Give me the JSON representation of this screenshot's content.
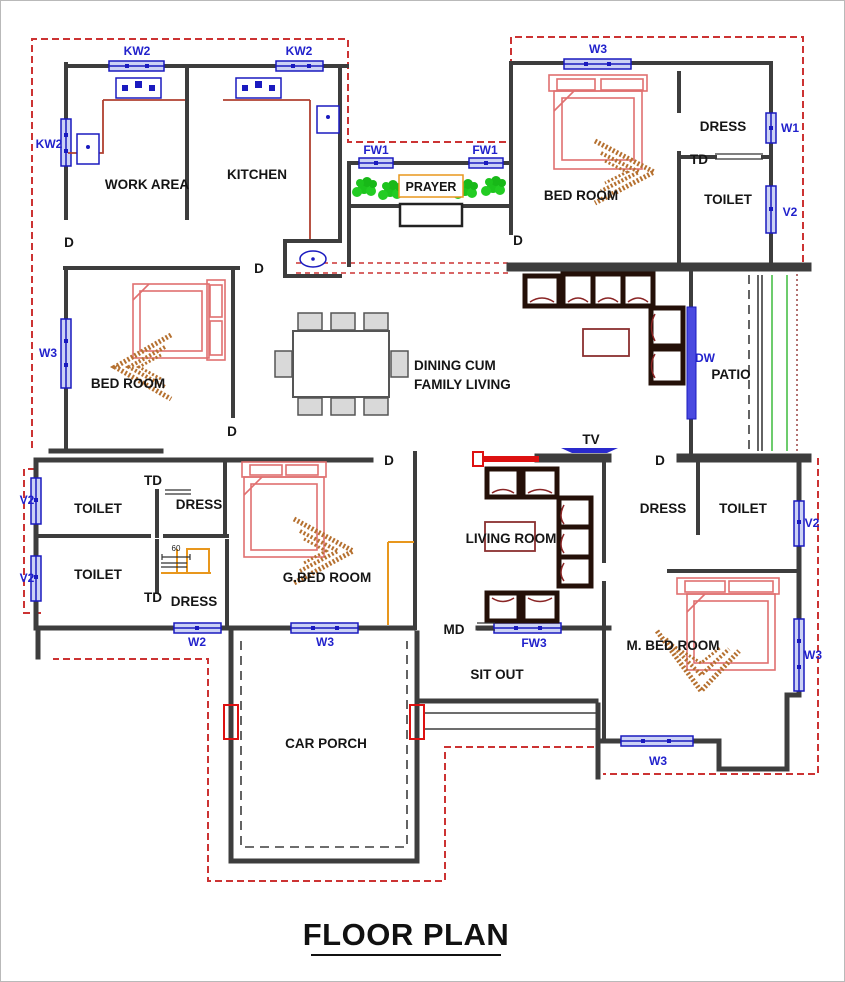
{
  "title": "FLOOR PLAN",
  "rooms": {
    "work_area": "WORK AREA",
    "kitchen": "KITCHEN",
    "prayer": "PRAYER",
    "bed_room": "BED ROOM",
    "dress": "DRESS",
    "toilet": "TOILET",
    "dining_cum_line1": "DINING CUM",
    "dining_cum_line2": "FAMILY LIVING",
    "patio": "PATIO",
    "living_room": "LIVING ROOM",
    "g_bed_room": "G.BED ROOM",
    "m_bed_room": "M. BED ROOM",
    "sit_out": "SIT OUT",
    "car_porch": "CAR PORCH",
    "tv": "TV"
  },
  "door_marks": {
    "door": "D",
    "toilet_door": "TD",
    "main_door": "MD"
  },
  "window_marks": {
    "kw2": "KW2",
    "w1": "W1",
    "w2": "W2",
    "w3": "W3",
    "v2": "V2",
    "fw1": "FW1",
    "fw3": "FW3",
    "dw": "DW"
  },
  "dimensions": {
    "dim_60": "60"
  },
  "colors": {
    "wall": "#3d3d3d",
    "boundary_red": "#cc3333",
    "window_blue": "#2222cc",
    "bed_red": "#e07070",
    "rug_brown": "#b5702f",
    "sofa_dark": "#241008",
    "plant_green": "#1dc41d",
    "wardrobe_orange": "#e8971d",
    "patio_green": "#3dbb3d",
    "accent_red": "#dd1111"
  }
}
